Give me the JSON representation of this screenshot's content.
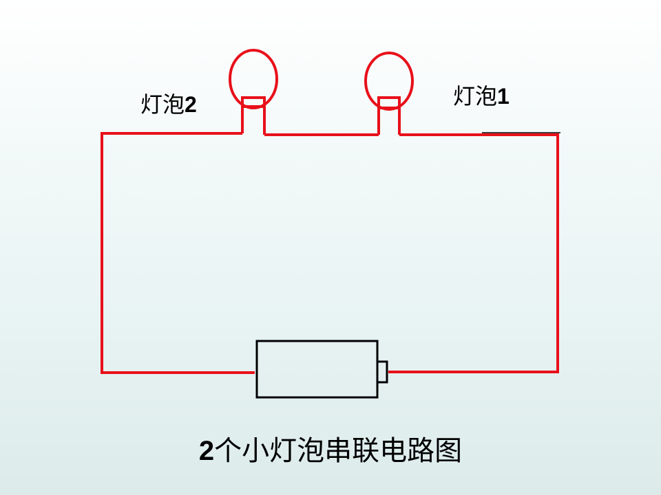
{
  "bulb2_label": {
    "text": "灯泡",
    "number": "2"
  },
  "bulb1_label": {
    "text": "灯泡",
    "number": "1"
  },
  "caption": {
    "number": "2",
    "text": "个小灯泡串联电路图"
  },
  "colors": {
    "wire": "#e8101a",
    "bulb": "#e8101a",
    "battery": "#000000",
    "wire_end": "#000000"
  },
  "icons": {
    "bulb": "lightbulb-icon",
    "battery": "battery-icon"
  }
}
